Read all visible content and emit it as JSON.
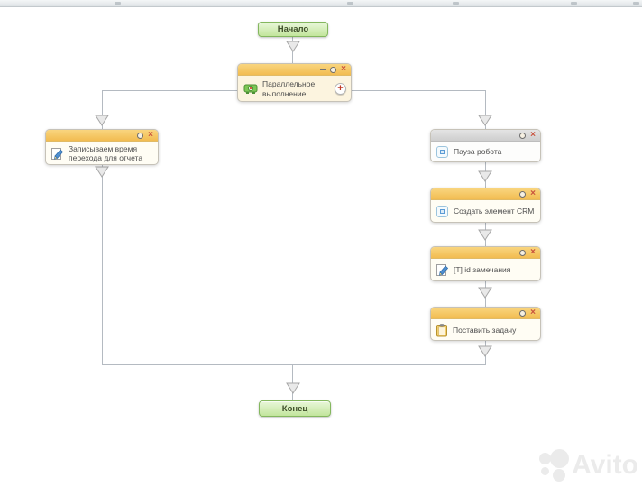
{
  "glyphs": {
    "minimize": "–",
    "close": "×",
    "add": "+"
  },
  "flow": {
    "start": {
      "label": "Начало"
    },
    "end": {
      "label": "Конец"
    },
    "activities": [
      {
        "title": "Параллельное выполнение",
        "icon": "parallel-icon",
        "header": "orange"
      },
      {
        "title": "Записываем время перехода для отчета",
        "icon": "edit-document-icon",
        "header": "orange"
      },
      {
        "title": "Пауза робота",
        "icon": "pause-icon",
        "header": "gray"
      },
      {
        "title": "Создать элемент CRM",
        "icon": "crm-item-icon",
        "header": "orange"
      },
      {
        "title": "[T] id замечания",
        "icon": "edit-document-icon",
        "header": "orange"
      },
      {
        "title": "Поставить задачу",
        "icon": "task-icon",
        "header": "orange"
      }
    ]
  },
  "watermark": {
    "brand": "Avito"
  },
  "colors": {
    "header_orange": "#f5c464",
    "header_gray": "#d7d7d7",
    "terminal_green": "#cdeaa9",
    "connector": "#b4bac1",
    "close_icon": "#c9513c",
    "add_icon": "#c03a27"
  }
}
